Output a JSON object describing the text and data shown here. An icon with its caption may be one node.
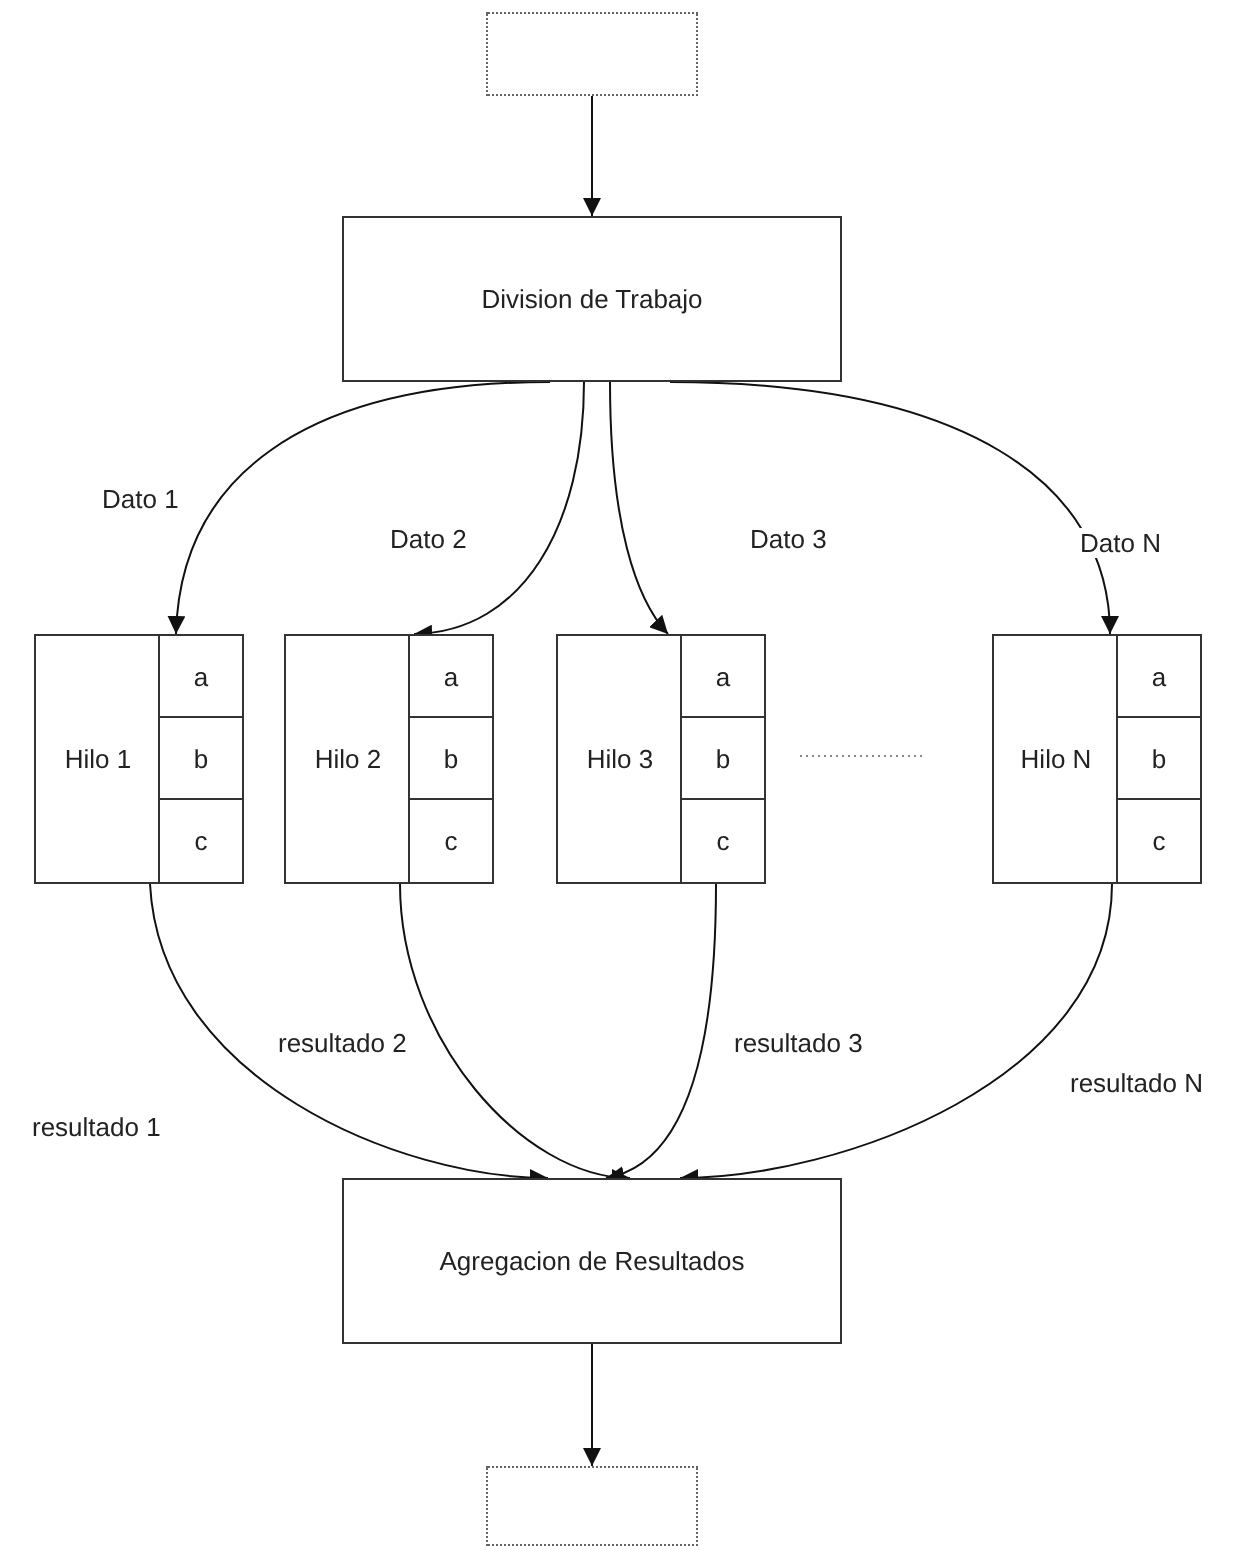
{
  "diagram": {
    "nodes": [
      {
        "text": [],
        "shape": "box"
      },
      {
        "text": [
          "Division de Trabajo"
        ]
      },
      {
        "text": [
          "Hilo 1"
        ]
      },
      {
        "text": [
          "a"
        ],
        "in": 2
      },
      {
        "text": [
          "b"
        ],
        "in": 2
      },
      {
        "text": [
          "c"
        ],
        "in": 2
      },
      {
        "text": [
          "Hilo 2"
        ]
      },
      {
        "text": [
          "a"
        ],
        "in": 6
      },
      {
        "text": [
          "b"
        ],
        "in": 6
      },
      {
        "text": [
          "c"
        ],
        "in": 6
      },
      {
        "text": [
          "Hilo 3"
        ]
      },
      {
        "text": [
          "a"
        ],
        "in": 10
      },
      {
        "text": [
          "b"
        ],
        "in": 10
      },
      {
        "text": [
          "c"
        ],
        "in": 10
      },
      {
        "text": [
          "Hilo N"
        ]
      },
      {
        "text": [
          "a"
        ],
        "in": 14
      },
      {
        "text": [
          "b"
        ],
        "in": 14
      },
      {
        "text": [
          "c"
        ],
        "in": 14
      },
      {
        "text": [
          "Agregacion de Resultados"
        ]
      },
      {
        "text": [],
        "shape": "box"
      }
    ],
    "edges": [
      {
        "from": 0,
        "to": 1,
        "arrow": "to"
      },
      {
        "from": 1,
        "to": 2,
        "label": "Dato 1",
        "arrow": "to"
      },
      {
        "from": 1,
        "to": 6,
        "label": "Dato 2",
        "arrow": "to"
      },
      {
        "from": 1,
        "to": 10,
        "label": "Dato 3",
        "arrow": "to"
      },
      {
        "from": 1,
        "to": 14,
        "label": "Dato N",
        "arrow": "to"
      },
      {
        "from": 2,
        "to": 18,
        "label": "resultado 1",
        "arrow": "to"
      },
      {
        "from": 6,
        "to": 18,
        "label": "resultado 2",
        "arrow": "to"
      },
      {
        "from": 10,
        "to": 18,
        "label": "resultado 3",
        "arrow": "to"
      },
      {
        "from": 14,
        "to": 18,
        "label": "resultado N",
        "arrow": "to"
      },
      {
        "from": 18,
        "to": 19,
        "arrow": "to"
      }
    ]
  }
}
